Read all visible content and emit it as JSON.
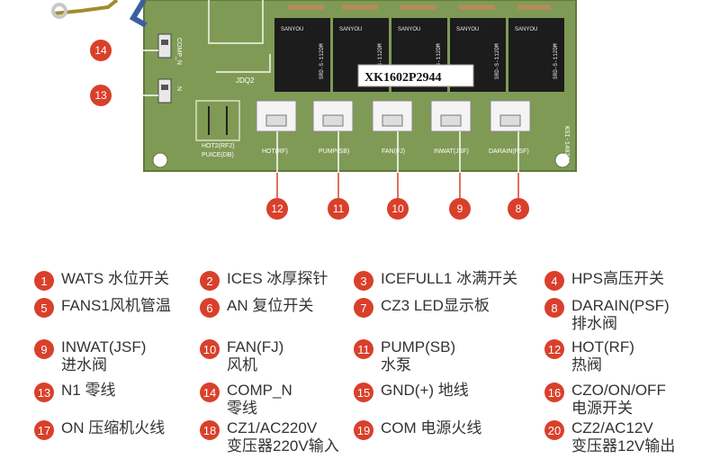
{
  "board": {
    "serial": "XK1602P2944",
    "side_label": "JDQ2",
    "comp_label": "COMP_N",
    "n_label": "N",
    "hot_label_1": "HOT2(RF2)",
    "hot_label_2": "PUICE(DB)",
    "relay_texts": [
      "SANYOU",
      "SRD-S-112DM"
    ],
    "vertical_text": "KSI-14022A",
    "connectors": [
      "HOT(RF)",
      "PUMP(SB)",
      "FAN(FJ)",
      "INWAT(JSF)",
      "DARAIN(PSF)"
    ],
    "callouts": [
      "14",
      "13",
      "12",
      "11",
      "10",
      "9",
      "8"
    ],
    "colors": {
      "pcb": "#7f9a55",
      "pcb_dark": "#5f7a3c",
      "relay": "#1c1c1c",
      "callout": "#d9402b"
    }
  },
  "legend": [
    {
      "num": "1",
      "lines": [
        "WATS 水位开关"
      ]
    },
    {
      "num": "2",
      "lines": [
        "ICES 冰厚探针"
      ]
    },
    {
      "num": "3",
      "lines": [
        "ICEFULL1 冰满开关"
      ]
    },
    {
      "num": "4",
      "lines": [
        "HPS高压开关"
      ]
    },
    {
      "num": "5",
      "lines": [
        "FANS1风机管温"
      ]
    },
    {
      "num": "6",
      "lines": [
        "AN 复位开关"
      ]
    },
    {
      "num": "7",
      "lines": [
        "CZ3  LED显示板"
      ]
    },
    {
      "num": "8",
      "lines": [
        "DARAIN(PSF)",
        "排水阀"
      ]
    },
    {
      "num": "9",
      "lines": [
        "INWAT(JSF)",
        "进水阀"
      ]
    },
    {
      "num": "10",
      "lines": [
        "FAN(FJ)",
        "风机"
      ]
    },
    {
      "num": "11",
      "lines": [
        "PUMP(SB)",
        "水泵"
      ]
    },
    {
      "num": "12",
      "lines": [
        "HOT(RF)",
        "热阀"
      ]
    },
    {
      "num": "13",
      "lines": [
        "N1  零线"
      ]
    },
    {
      "num": "14",
      "lines": [
        "COMP_N",
        "零线"
      ]
    },
    {
      "num": "15",
      "lines": [
        "GND(+)  地线"
      ]
    },
    {
      "num": "16",
      "lines": [
        "CZO/ON/OFF",
        "电源开关"
      ]
    },
    {
      "num": "17",
      "lines": [
        "ON 压缩机火线"
      ]
    },
    {
      "num": "18",
      "lines": [
        "CZ1/AC220V",
        "变压器220V输入"
      ]
    },
    {
      "num": "19",
      "lines": [
        "COM 电源火线"
      ]
    },
    {
      "num": "20",
      "lines": [
        "CZ2/AC12V",
        "变压器12V输出"
      ]
    }
  ]
}
